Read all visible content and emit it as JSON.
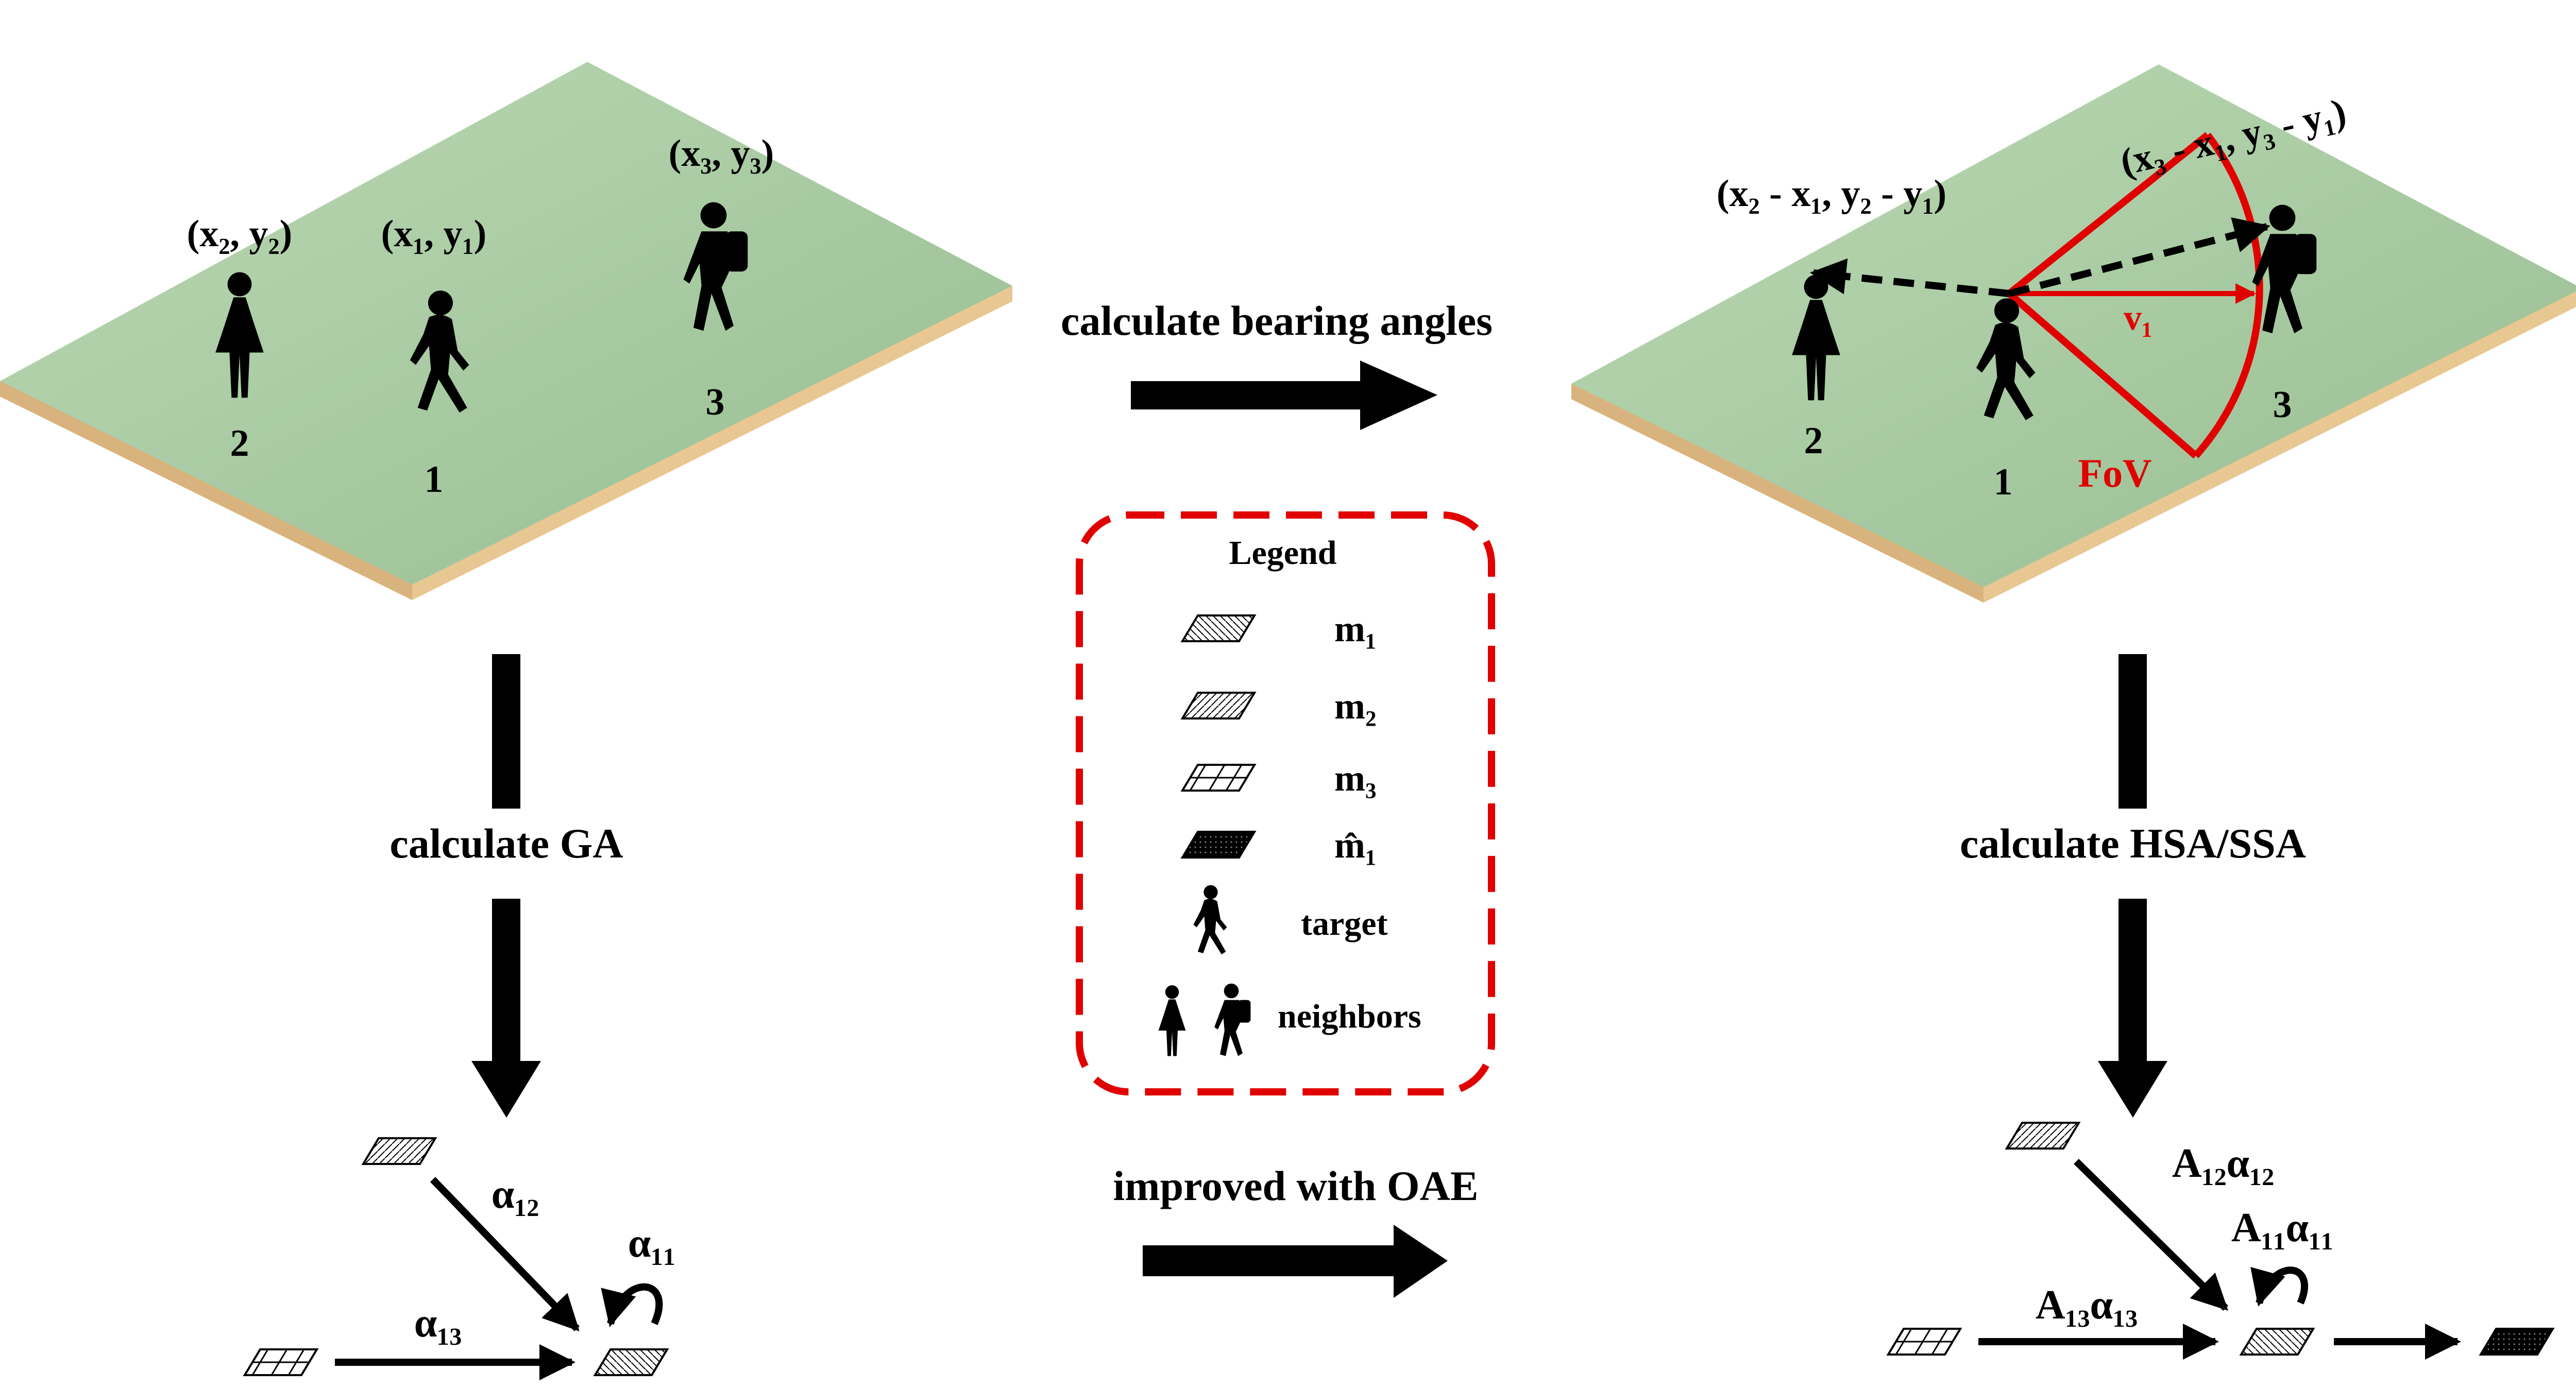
{
  "scene_left": {
    "coords": {
      "p2": "(x₂, y₂)",
      "p1": "(x₁, y₁)",
      "p3": "(x₃, y₃)"
    },
    "ids": {
      "p2": "2",
      "p1": "1",
      "p3": "3"
    }
  },
  "scene_right": {
    "coords": {
      "rel2": "(x₂ - x₁, y₂ - y₁)",
      "rel3": "(x₃ - x₁, y₃ - y₁)"
    },
    "ids": {
      "p2": "2",
      "p1": "1",
      "p3": "3"
    },
    "velocity": "v₁",
    "fov": "FoV"
  },
  "steps": {
    "bearing": "calculate bearing angles",
    "ga": "calculate GA",
    "hsa_ssa": "calculate HSA/SSA",
    "oae": "improved with OAE"
  },
  "legend": {
    "title": "Legend",
    "m1": "m₁",
    "m2": "m₂",
    "m3": "m₃",
    "m1hat": "m̂₁",
    "target": "target",
    "neighbors": "neighbors"
  },
  "graph_left": {
    "a12": "α₁₂",
    "a11": "α₁₁",
    "a13": "α₁₃"
  },
  "graph_right": {
    "a12": "A₁₂α₁₂",
    "a11": "A₁₁α₁₁",
    "a13": "A₁₃α₁₃"
  },
  "colors": {
    "platform_top": "#a9c9a3",
    "platform_side": "#e7c898",
    "fov": "#e00000",
    "legend_border": "#e00000"
  }
}
